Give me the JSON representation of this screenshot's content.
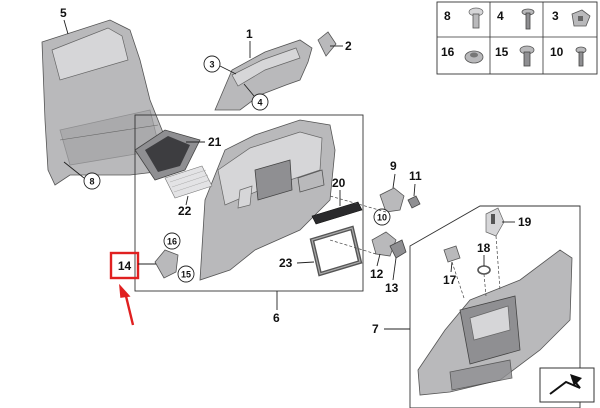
{
  "diagram": {
    "callouts": {
      "n1": "1",
      "n2": "2",
      "n3": "3",
      "n4": "4",
      "n5": "5",
      "n6": "6",
      "n7": "7",
      "n8": "8",
      "n9": "9",
      "n10": "10",
      "n11": "11",
      "n12": "12",
      "n13": "13",
      "n14": "14",
      "n15": "15",
      "n16": "16",
      "n17": "17",
      "n18": "18",
      "n19": "19",
      "n20": "20",
      "n21": "21",
      "n22": "22",
      "n23": "23"
    },
    "fastener_legend": {
      "row1": [
        "8",
        "4",
        "3"
      ],
      "row2": [
        "16",
        "15",
        "10"
      ]
    },
    "colors": {
      "highlight": "#e02020",
      "part_fill": "#b9b9bb",
      "outline": "#333333"
    }
  }
}
